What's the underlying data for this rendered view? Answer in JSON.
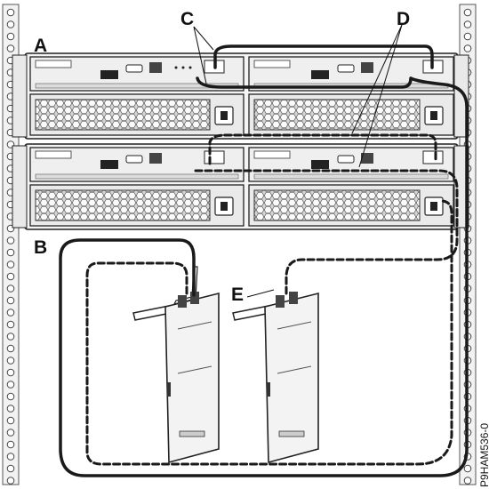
{
  "figure": {
    "callouts": {
      "a": "A",
      "b": "B",
      "c": "C",
      "d": "D",
      "e": "E"
    },
    "figure_id": "P9HAM536-0",
    "colors": {
      "line": "#1a1a1a",
      "panel": "#e6e6e6",
      "panel_dark": "#bdbdbd",
      "rail_hole": "#ffffff"
    }
  }
}
